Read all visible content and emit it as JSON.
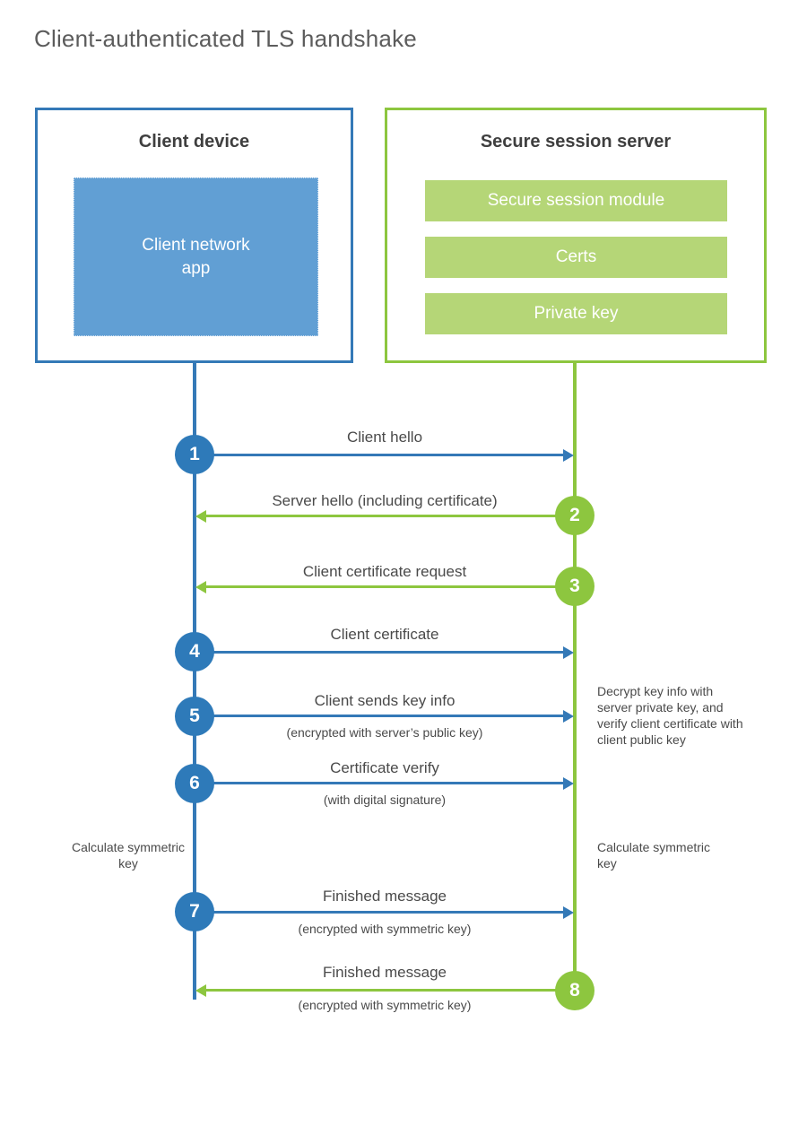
{
  "title": "Client-authenticated TLS handshake",
  "colors": {
    "client_accent": "#3479b7",
    "client_circle": "#2e7ab9",
    "client_app_fill": "#619fd4",
    "server_accent": "#8dc63f",
    "server_module_fill": "#b5d677",
    "text": "#4a4a4a",
    "title_text": "#5c5c5c"
  },
  "client": {
    "title": "Client device",
    "app_label": "Client network\napp",
    "app_label_line1": "Client network",
    "app_label_line2": "app"
  },
  "server": {
    "title": "Secure session server",
    "modules": [
      {
        "label": "Secure session module"
      },
      {
        "label": "Certs"
      },
      {
        "label": "Private key"
      }
    ]
  },
  "steps": [
    {
      "number": "1",
      "label": "Client hello",
      "sub": "",
      "direction": "client-to-server",
      "color": "blue"
    },
    {
      "number": "2",
      "label": "Server hello (including certificate)",
      "sub": "",
      "direction": "server-to-client",
      "color": "green"
    },
    {
      "number": "3",
      "label": "Client certificate request",
      "sub": "",
      "direction": "server-to-client",
      "color": "green"
    },
    {
      "number": "4",
      "label": "Client certificate",
      "sub": "",
      "direction": "client-to-server",
      "color": "blue"
    },
    {
      "number": "5",
      "label": "Client sends key info",
      "sub": "(encrypted with server’s public key)",
      "direction": "client-to-server",
      "color": "blue"
    },
    {
      "number": "6",
      "label": "Certificate verify",
      "sub": "(with digital signature)",
      "direction": "client-to-server",
      "color": "blue"
    },
    {
      "number": "7",
      "label": "Finished message",
      "sub": "(encrypted with symmetric key)",
      "direction": "client-to-server",
      "color": "blue"
    },
    {
      "number": "8",
      "label": "Finished message",
      "sub": "(encrypted with symmetric key)",
      "direction": "server-to-client",
      "color": "green"
    }
  ],
  "notes": {
    "server_decrypt": "Decrypt key info with server private key, and verify client certificate with client public key",
    "client_calculate": "Calculate symmetric key",
    "server_calculate": "Calculate symmetric key"
  }
}
